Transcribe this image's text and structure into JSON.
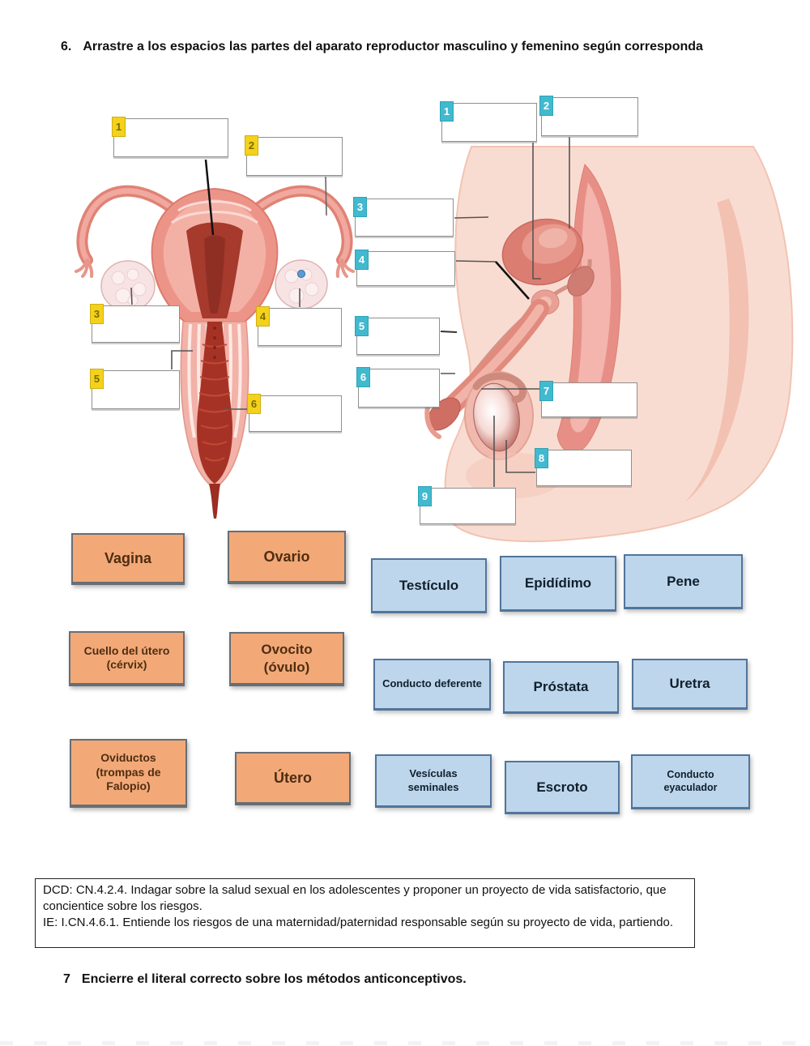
{
  "question6": {
    "number": "6.",
    "text": "Arrastre a los espacios las partes del aparato reproductor masculino y femenino según corresponda"
  },
  "question7": {
    "number": "7",
    "text": "Encierre el literal correcto sobre los métodos anticonceptivos."
  },
  "footer_box": {
    "dcd": "DCD: CN.4.2.4. Indagar sobre la salud sexual en los adolescentes y proponer un proyecto de vida satisfactorio, que concientice sobre los riesgos.",
    "ie": "IE: I.CN.4.6.1.  Entiende los riesgos de una maternidad/paternidad responsable según su proyecto de vida, partiendo."
  },
  "diagram": {
    "female_tags": [
      "1",
      "2",
      "3",
      "4",
      "5",
      "6"
    ],
    "male_tags": [
      "1",
      "2",
      "3",
      "4",
      "5",
      "6",
      "7",
      "8",
      "9"
    ]
  },
  "tiles": {
    "female": [
      {
        "label": "Vagina"
      },
      {
        "label": "Ovario"
      },
      {
        "label": "Cuello del útero (cérvix)"
      },
      {
        "label": "Ovocito (óvulo)"
      },
      {
        "label": "Oviductos (trompas de Falopio)"
      },
      {
        "label": "Útero"
      }
    ],
    "male": [
      {
        "label": "Testículo"
      },
      {
        "label": "Epidídimo"
      },
      {
        "label": "Pene"
      },
      {
        "label": "Conducto deferente"
      },
      {
        "label": "Próstata"
      },
      {
        "label": "Uretra"
      },
      {
        "label": "Vesículas seminales"
      },
      {
        "label": "Escroto"
      },
      {
        "label": "Conducto eyaculador"
      }
    ]
  },
  "colors": {
    "female_tag_bg": "#f4d21c",
    "male_tag_bg": "#41b9ce",
    "female_tile_bg": "#f2a977",
    "male_tile_bg": "#bdd6eb",
    "box_border": "#8f8f8f"
  }
}
